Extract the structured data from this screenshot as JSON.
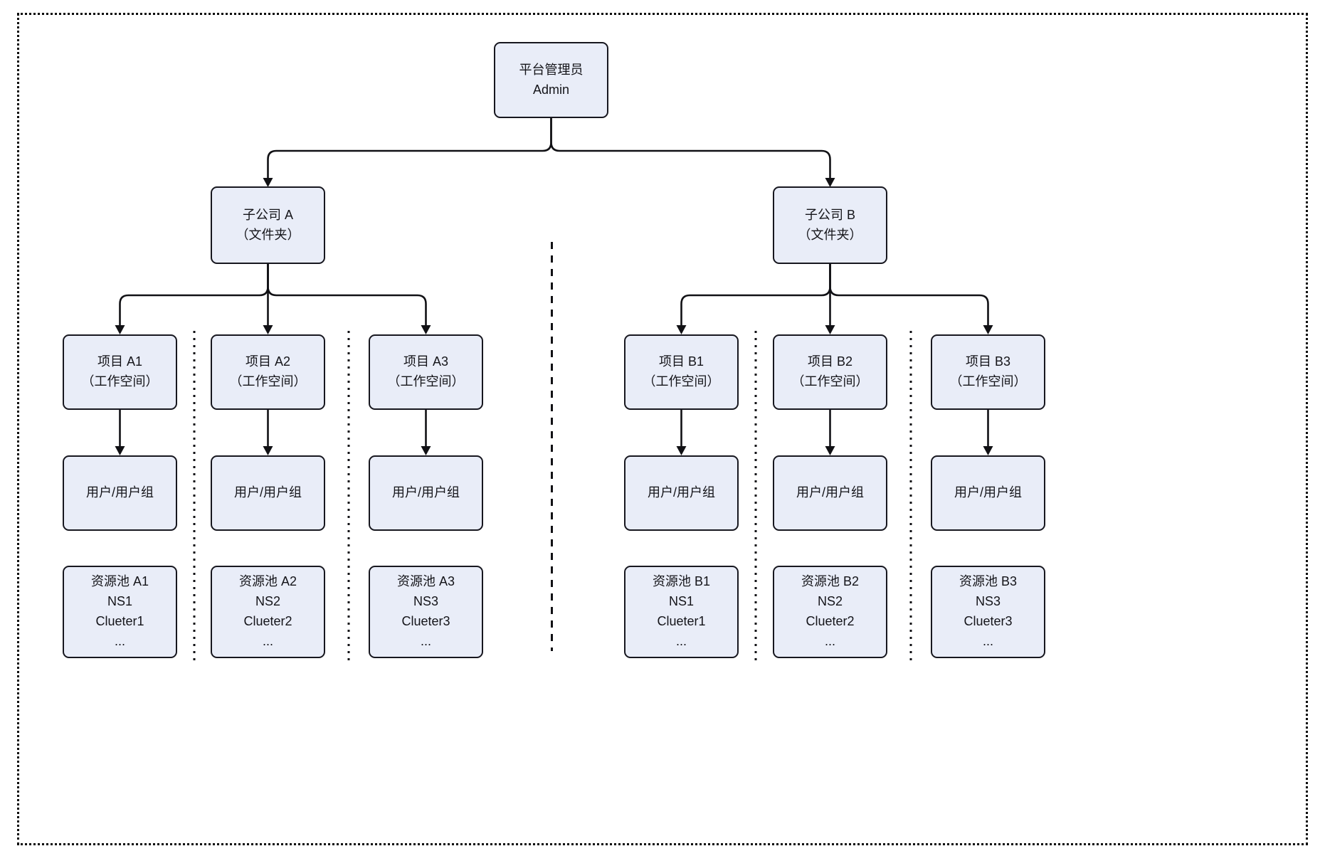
{
  "diagram": {
    "colors": {
      "node_fill": "#e9edf8",
      "node_border": "#17171f",
      "line": "#111115"
    },
    "admin": {
      "line1": "平台管理员",
      "line2": "Admin"
    },
    "groups": [
      {
        "id": "A",
        "folder": {
          "line1": "子公司 A",
          "line2": "（文件夹）"
        },
        "columns": [
          {
            "project_line1": "项目 A1",
            "project_line2": "（工作空间）",
            "users": "用户/用户组",
            "pool_line1": "资源池 A1",
            "pool_line2": "NS1",
            "pool_line3": "Clueter1",
            "pool_line4": "..."
          },
          {
            "project_line1": "项目 A2",
            "project_line2": "（工作空间）",
            "users": "用户/用户组",
            "pool_line1": "资源池 A2",
            "pool_line2": "NS2",
            "pool_line3": "Clueter2",
            "pool_line4": "..."
          },
          {
            "project_line1": "项目 A3",
            "project_line2": "（工作空间）",
            "users": "用户/用户组",
            "pool_line1": "资源池 A3",
            "pool_line2": "NS3",
            "pool_line3": "Clueter3",
            "pool_line4": "..."
          }
        ]
      },
      {
        "id": "B",
        "folder": {
          "line1": "子公司 B",
          "line2": "（文件夹）"
        },
        "columns": [
          {
            "project_line1": "项目 B1",
            "project_line2": "（工作空间）",
            "users": "用户/用户组",
            "pool_line1": "资源池 B1",
            "pool_line2": "NS1",
            "pool_line3": "Clueter1",
            "pool_line4": "..."
          },
          {
            "project_line1": "项目 B2",
            "project_line2": "（工作空间）",
            "users": "用户/用户组",
            "pool_line1": "资源池 B2",
            "pool_line2": "NS2",
            "pool_line3": "Clueter2",
            "pool_line4": "..."
          },
          {
            "project_line1": "项目 B3",
            "project_line2": "（工作空间）",
            "users": "用户/用户组",
            "pool_line1": "资源池 B3",
            "pool_line2": "NS3",
            "pool_line3": "Clueter3",
            "pool_line4": "..."
          }
        ]
      }
    ]
  }
}
